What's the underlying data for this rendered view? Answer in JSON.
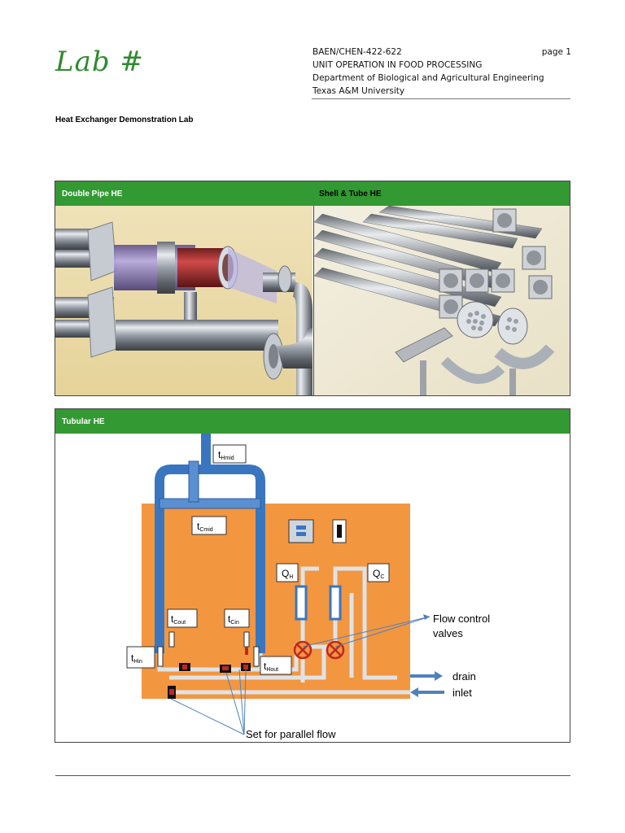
{
  "header": {
    "lab_title": "Lab #",
    "course_code": "BAEN/CHEN-422-622",
    "page_label": "page 1",
    "course_name": "UNIT OPERATION IN FOOD PROCESSING",
    "department": "Department of Biological and Agricultural Engineering",
    "university": "Texas A&M University"
  },
  "document": {
    "title": "Heat Exchanger Demonstration Lab"
  },
  "panels": {
    "top": {
      "left_label": "Double Pipe HE",
      "right_label": "Shell & Tube HE"
    },
    "bottom": {
      "label": "Tubular HE"
    }
  },
  "diagram": {
    "labels": {
      "t_hmid": {
        "main": "t",
        "sub": "Hmid"
      },
      "t_cmid": {
        "main": "t",
        "sub": "Cmid"
      },
      "t_cout": {
        "main": "t",
        "sub": "Cout"
      },
      "t_cin": {
        "main": "t",
        "sub": "Cin"
      },
      "t_hin": {
        "main": "t",
        "sub": "Hin"
      },
      "t_hout": {
        "main": "t",
        "sub": "Hout"
      },
      "q_h": {
        "main": "Q",
        "sub": "H"
      },
      "q_c": {
        "main": "Q",
        "sub": "C"
      }
    },
    "annotations": {
      "flow_control_line1": "Flow control",
      "flow_control_line2": "valves",
      "drain": "drain",
      "inlet": "inlet",
      "parallel_flow": "Set for parallel flow"
    },
    "colors": {
      "panel_orange": "#f39640",
      "pipe_blue": "#3a76c0",
      "tube_light": "#dfe3e6",
      "annotation_blue": "#4f81bd",
      "header_green": "#339933"
    }
  }
}
